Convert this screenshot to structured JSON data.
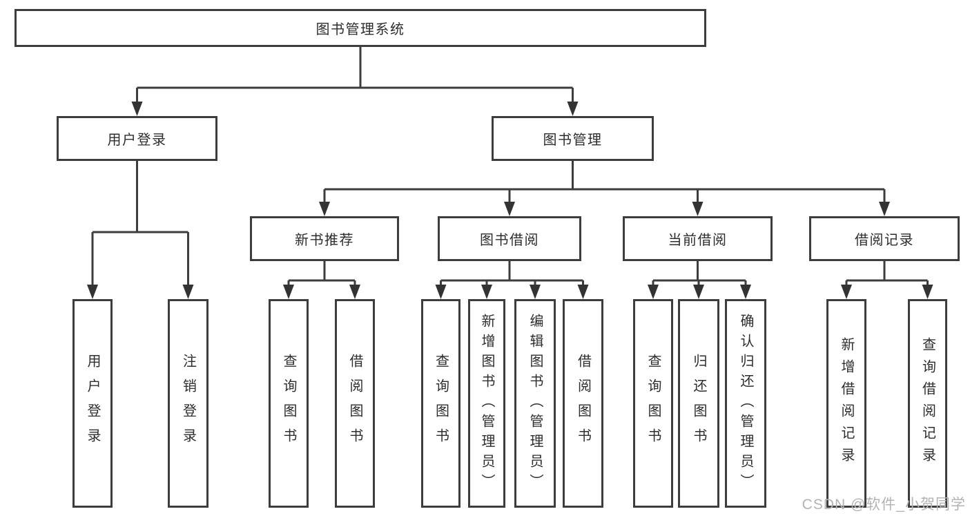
{
  "tree": {
    "label": "图书管理系统",
    "children": [
      {
        "label": "用户登录",
        "children": [
          {
            "label": "用户登录"
          },
          {
            "label": "注销登录"
          }
        ]
      },
      {
        "label": "图书管理",
        "children": [
          {
            "label": "新书推荐",
            "children": [
              {
                "label": "查询图书"
              },
              {
                "label": "借阅图书"
              }
            ]
          },
          {
            "label": "图书借阅",
            "children": [
              {
                "label": "查询图书"
              },
              {
                "label": "新增图书（管理员）"
              },
              {
                "label": "编辑图书（管理员）"
              },
              {
                "label": "借阅图书"
              }
            ]
          },
          {
            "label": "当前借阅",
            "children": [
              {
                "label": "查询图书"
              },
              {
                "label": "归还图书"
              },
              {
                "label": "确认归还（管理员）"
              }
            ]
          },
          {
            "label": "借阅记录",
            "children": [
              {
                "label": "新增借阅记录"
              },
              {
                "label": "查询借阅记录"
              }
            ]
          }
        ]
      }
    ]
  },
  "watermark": "CSDN @软件_小贺同学",
  "colors": {
    "line": "#3d3d3d",
    "box_border": "#3d3d3d",
    "text": "#2d2d2d",
    "watermark_text": "#b3b3b3",
    "background": "#ffffff"
  }
}
